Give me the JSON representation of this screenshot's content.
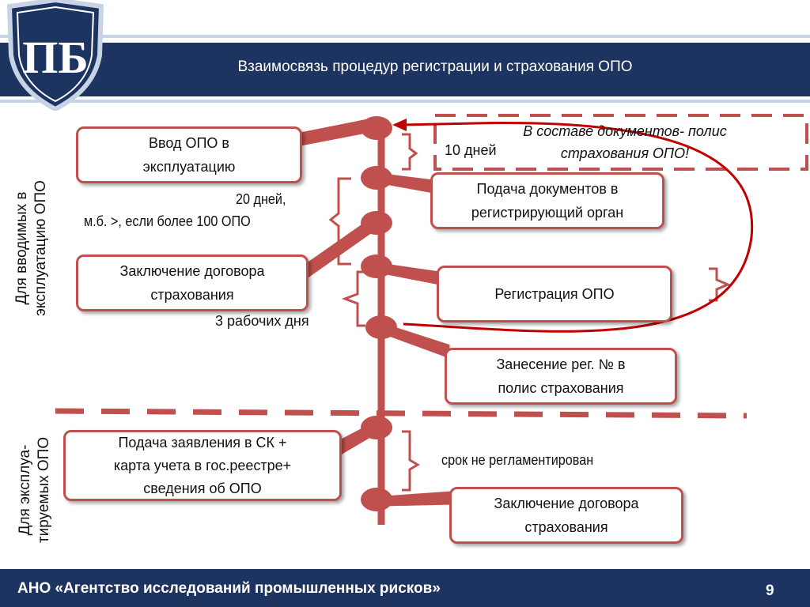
{
  "header": {
    "title": "Взаимосвязь процедур регистрации и страхования  ОПО"
  },
  "logo": {
    "text": "ПБ"
  },
  "side_labels": {
    "new_line1": "Для вводимых в",
    "new_line2": "эксплуатацию ОПО",
    "old_line1": "Для эксплуа-",
    "old_line2": "тируемых ОПО"
  },
  "boxes": {
    "vvod_line1": "Ввод ОПО в",
    "vvod_line2": "эксплуатацию",
    "podacha_line1": "Подача документов в",
    "podacha_line2": "регистрирующий орган",
    "dogovor1_line1": "Заключение договора",
    "dogovor1_line2": "страхования",
    "registration": "Регистрация ОПО",
    "zanesenie_line1": "Занесение рег. № в",
    "zanesenie_line2": "полис страхования",
    "zayavlenie_line1": "Подача заявления в СК +",
    "zayavlenie_line2": "карта учета в гос.реестре+",
    "zayavlenie_line3": "сведения об ОПО",
    "dogovor2_line1": "Заключение договора",
    "dogovor2_line2": "страхования"
  },
  "labels": {
    "ten_days": "10 дней",
    "twenty_days_line1": "20 дней,",
    "twenty_days_line2": "м.б. >, если более 100 ОПО",
    "three_days": "3 рабочих дня",
    "not_regulated": "срок не регламентирован"
  },
  "note": {
    "line1": "В составе документов- полис",
    "line2": "страхования ОПО!"
  },
  "footer": {
    "org": "АНО «Агентство исследований промышленных рисков»",
    "page": "9"
  },
  "colors": {
    "navy": "#1d3460",
    "accent_red": "#c0504d",
    "arrow_red": "#c00000"
  }
}
